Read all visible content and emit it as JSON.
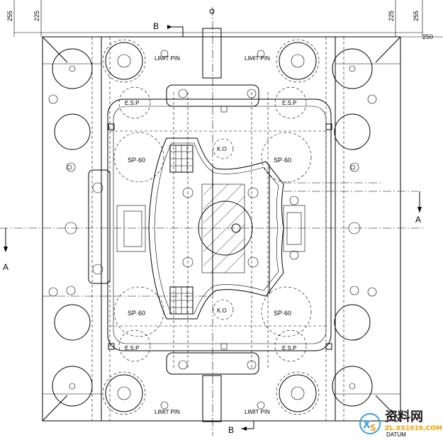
{
  "dimensions": {
    "top_left_outer": "255",
    "top_left_inner": "225",
    "top_right_inner": "225",
    "top_right_outer": "255",
    "right": "250"
  },
  "section_markers": {
    "b_top": "B",
    "b_bottom": "B",
    "a_left": "A",
    "a_right": "A"
  },
  "labels": {
    "limit_pin": "LIMIT PIN",
    "esp": "E.S.P",
    "sp_top_left": "SP·60",
    "sp_top_right": "SP·60",
    "sp_bottom_left": "SP·60",
    "sp_bottom_right": "SP·60",
    "ko_top": "K.O",
    "ko_bottom": "K.O",
    "datum": "DATUM"
  },
  "watermark": {
    "site": "资料网",
    "url": "ZL.XS1616.COM"
  },
  "colors": {
    "line": "#000000",
    "watermark_url": "#f0a000"
  }
}
